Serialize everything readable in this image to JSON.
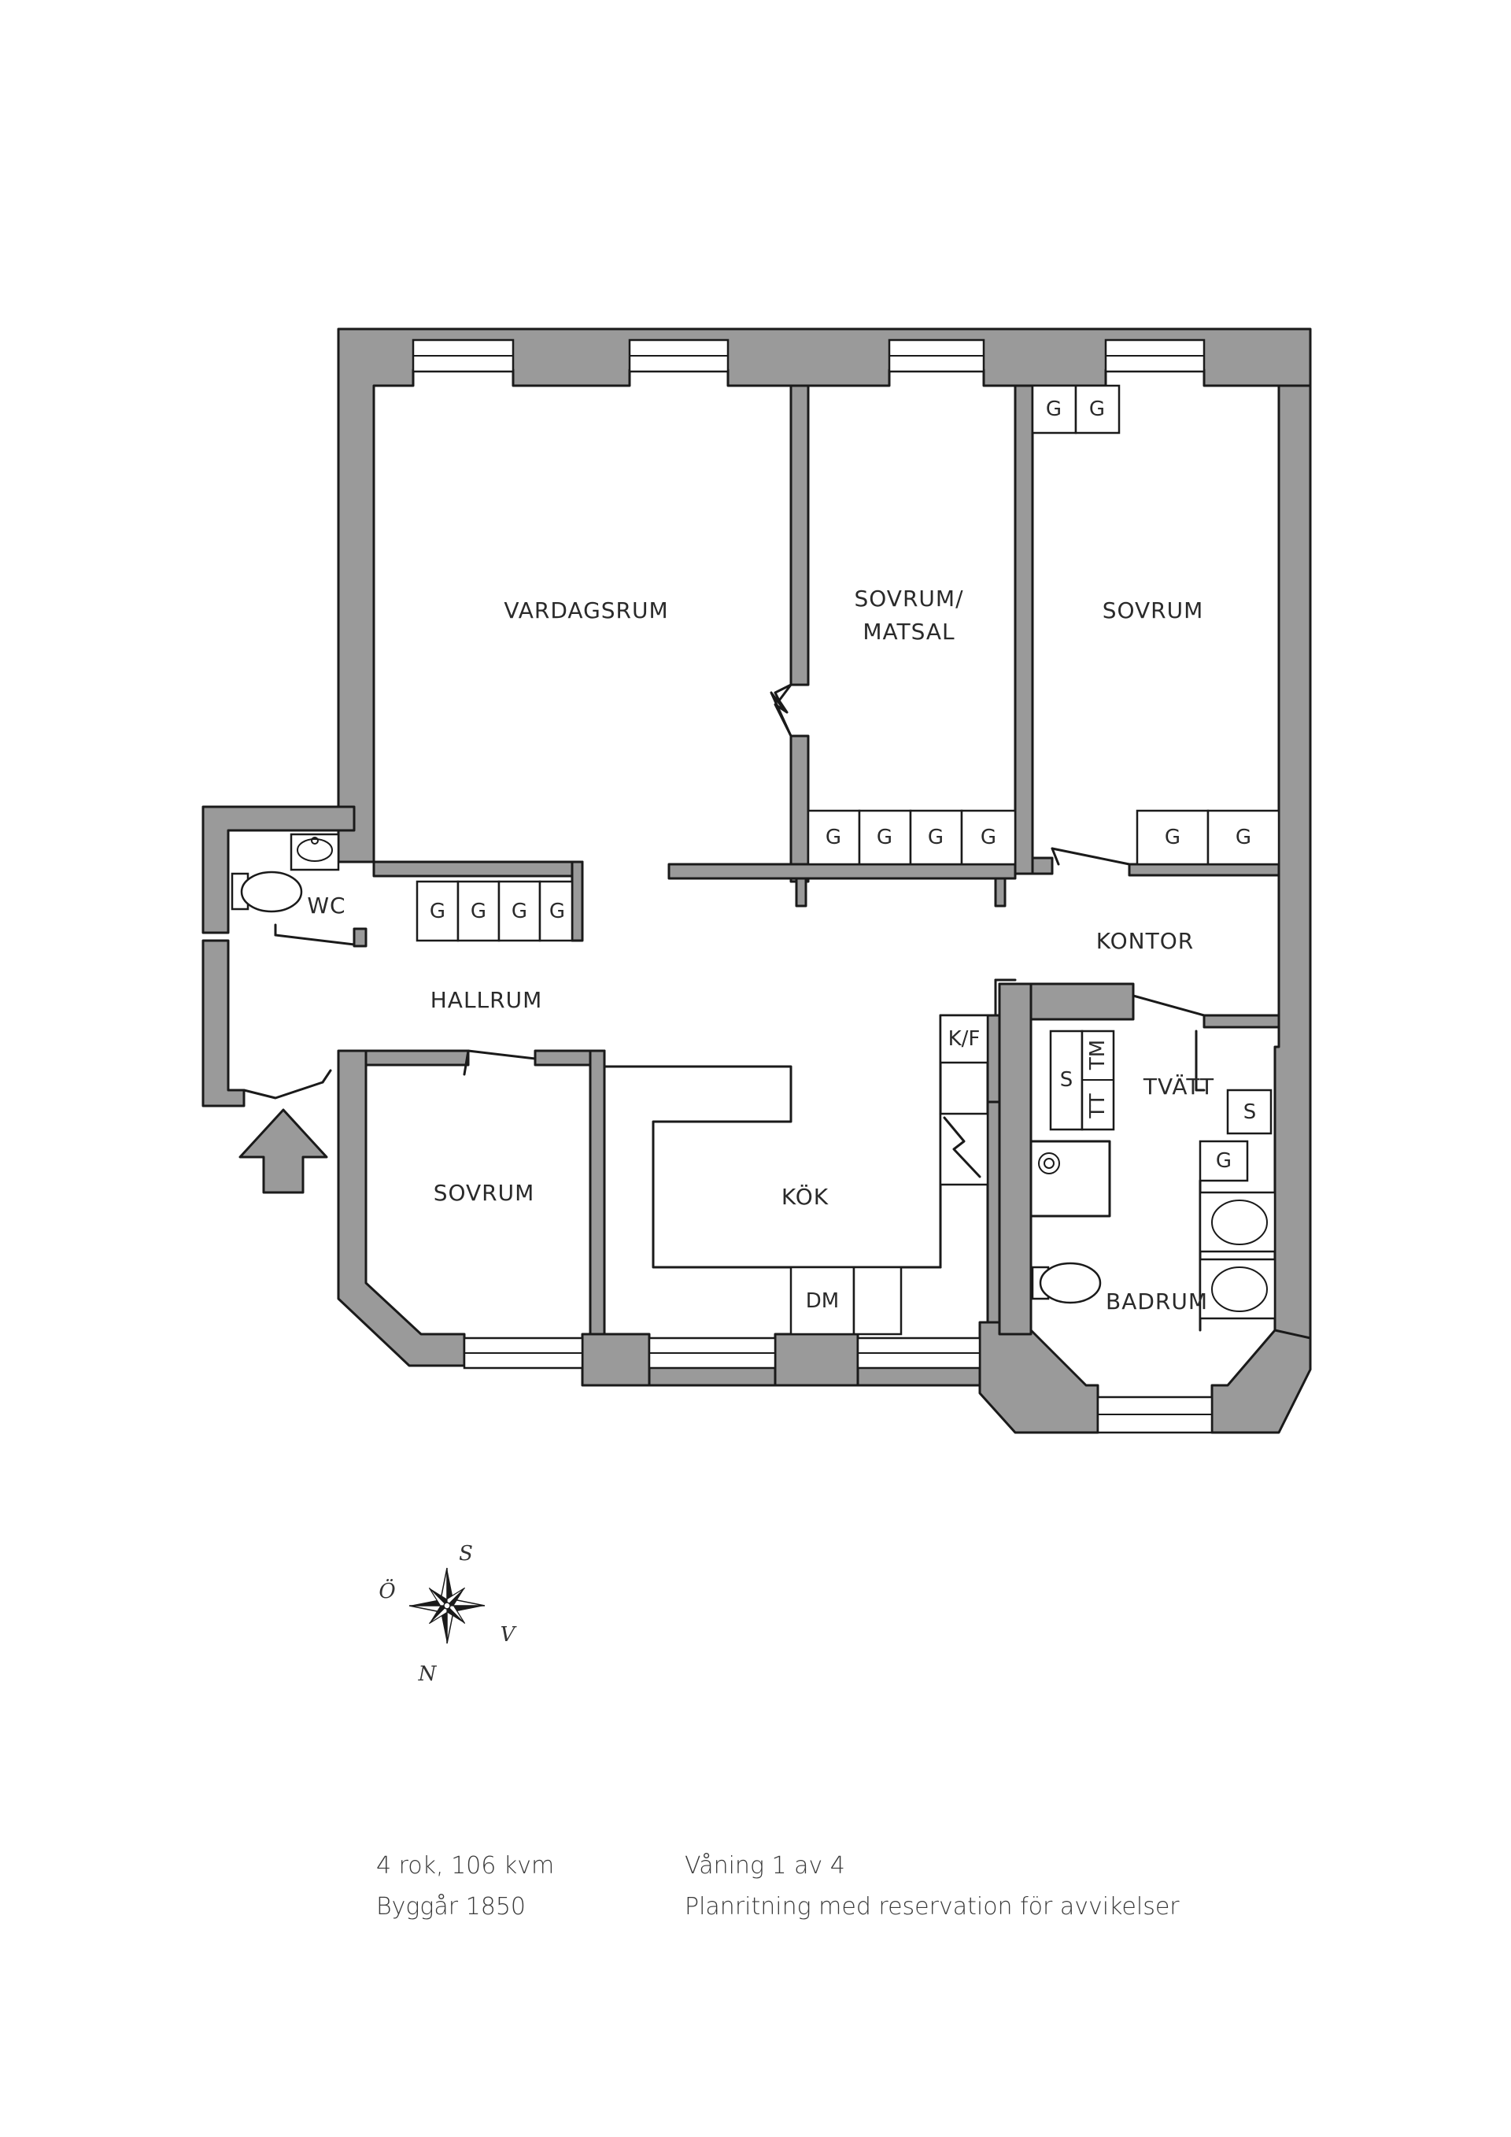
{
  "rooms": {
    "vardagsrum": "VARDAGSRUM",
    "sovrum_matsal_line1": "SOVRUM/",
    "sovrum_matsal_line2": "MATSAL",
    "sovrum_ne": "SOVRUM",
    "kontor": "KONTOR",
    "hallrum": "HALLRUM",
    "wc": "WC",
    "sovrum_sw": "SOVRUM",
    "kok": "KÖK",
    "tvatt": "TVÄTT",
    "badrum": "BADRUM"
  },
  "fixtures": {
    "wardrobe": "G",
    "kf": "K/F",
    "dm": "DM",
    "s": "S",
    "tt": "TT",
    "tm": "TM"
  },
  "compass": {
    "s": "S",
    "o": "Ö",
    "v": "V",
    "n": "N"
  },
  "info": {
    "size": "4 rok, 106 kvm",
    "built": "Byggår 1850",
    "floor": "Våning 1 av 4",
    "disclaimer": "Planritning med reservation för avvikelser"
  }
}
